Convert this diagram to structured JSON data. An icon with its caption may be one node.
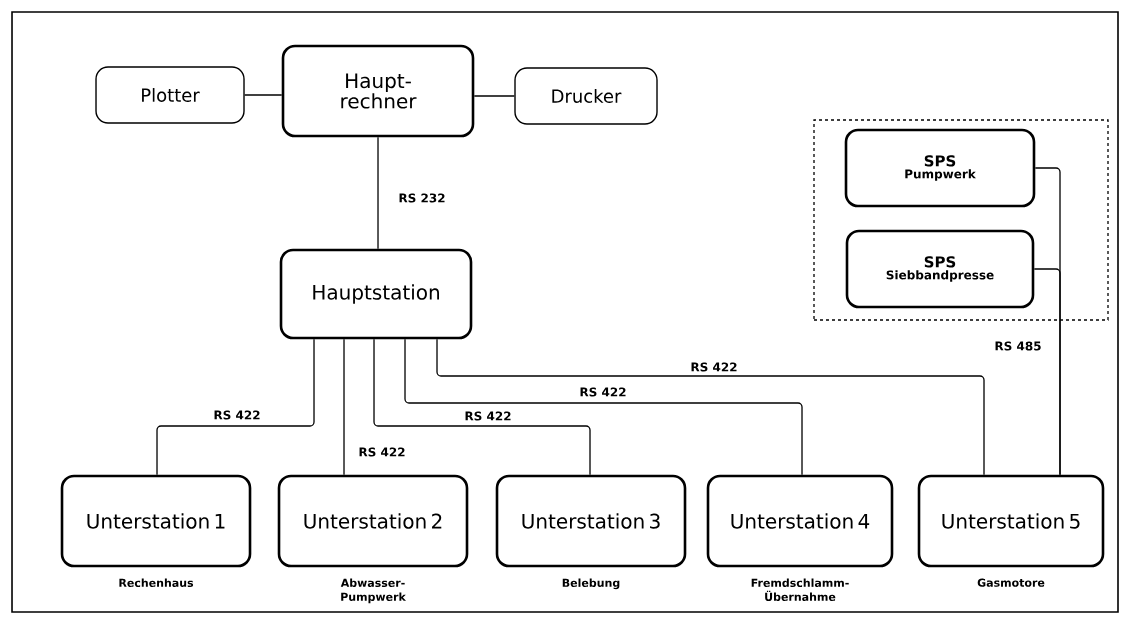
{
  "diagram": {
    "nodes": [
      {
        "text": [
          "Plotter"
        ]
      },
      {
        "text": [
          "Haupt- rechner"
        ]
      },
      {
        "text": [
          "Drucker"
        ]
      },
      {
        "text": [
          "Hauptstation"
        ]
      },
      {
        "text": [],
        "shape": "box"
      },
      {
        "text": [
          "SPS",
          "Pumpwerk"
        ],
        "in": 4
      },
      {
        "text": [
          "SPS",
          "Siebbandpresse"
        ],
        "in": 4
      },
      {
        "text": [
          "Unterstation 1"
        ],
        "beside": [
          "Rechenhaus"
        ]
      },
      {
        "text": [
          "Unterstation 2"
        ],
        "beside": [
          "Abwasser- Pumpwerk"
        ]
      },
      {
        "text": [
          "Unterstation 3"
        ],
        "beside": [
          "Belebung"
        ]
      },
      {
        "text": [
          "Unterstation 4"
        ],
        "beside": [
          "Fremdschlamm- Übernahme"
        ]
      },
      {
        "text": [
          "Unterstation 5"
        ],
        "beside": [
          "Gasmotore"
        ]
      }
    ],
    "edges": [
      {
        "from": 0,
        "to": 1,
        "arrow": "none"
      },
      {
        "from": 1,
        "to": 2,
        "arrow": "none"
      },
      {
        "from": 1,
        "to": 3,
        "arrow": "none",
        "label": "RS 232"
      },
      {
        "from": 3,
        "to": 7,
        "arrow": "none",
        "label": "RS 422"
      },
      {
        "from": 3,
        "to": 8,
        "arrow": "none",
        "label": "RS 422"
      },
      {
        "from": 3,
        "to": 9,
        "arrow": "none",
        "label": "RS 422"
      },
      {
        "from": 3,
        "to": 10,
        "arrow": "none",
        "label": "RS 422"
      },
      {
        "from": 3,
        "to": 11,
        "arrow": "none",
        "label": "RS 422"
      },
      {
        "from": 5,
        "to": 11,
        "arrow": "none",
        "label": "RS 485"
      },
      {
        "from": 6,
        "to": 11,
        "arrow": "none"
      }
    ]
  }
}
